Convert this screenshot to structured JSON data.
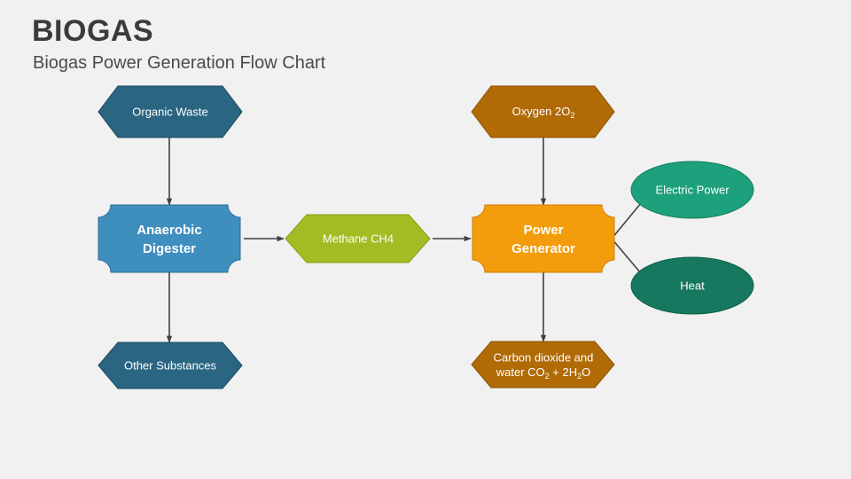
{
  "header": {
    "title": "BIOGAS",
    "subtitle": "Biogas Power Generation Flow Chart"
  },
  "colors": {
    "background": "#f1f1f1",
    "dark_blue": "#2a6582",
    "mid_blue": "#3e8fbe",
    "olive_green": "#a2bc23",
    "bright_orange": "#f39c0c",
    "dark_amber": "#b06a06",
    "teal": "#1da07c",
    "dark_teal": "#16785f",
    "connector": "#404040",
    "title_text": "#3b3b3b",
    "shape_text": "#ffffff"
  },
  "nodes": {
    "organic_waste": {
      "label": "Organic Waste",
      "shape": "hexagon",
      "color": "#2a6582"
    },
    "anaerobic_digester": {
      "line1": "Anaerobic",
      "line2": "Digester",
      "shape": "concave-corner-box",
      "color": "#3e8fbe"
    },
    "other_substances": {
      "label": "Other Substances",
      "shape": "hexagon",
      "color": "#2a6582"
    },
    "methane": {
      "label": "Methane CH4",
      "shape": "hexagon",
      "color": "#a2bc23"
    },
    "oxygen": {
      "label_pre": "Oxygen 2O",
      "label_sub": "2",
      "shape": "hexagon",
      "color": "#b06a06"
    },
    "power_generator": {
      "line1": "Power",
      "line2": "Generator",
      "shape": "concave-corner-box",
      "color": "#f39c0c"
    },
    "carbon_dioxide": {
      "line1": "Carbon dioxide and",
      "line2_a": "water CO",
      "line2_sub1": "2",
      "line2_b": " + 2H",
      "line2_sub2": "2",
      "line2_c": "O",
      "shape": "hexagon",
      "color": "#b06a06"
    },
    "electric_power": {
      "label": "Electric Power",
      "shape": "ellipse",
      "color": "#1da07c"
    },
    "heat": {
      "label": "Heat",
      "shape": "ellipse",
      "color": "#16785f"
    }
  },
  "connections": [
    {
      "from": "organic_waste",
      "to": "anaerobic_digester",
      "direction": "down"
    },
    {
      "from": "anaerobic_digester",
      "to": "other_substances",
      "direction": "down"
    },
    {
      "from": "anaerobic_digester",
      "to": "methane",
      "direction": "right"
    },
    {
      "from": "methane",
      "to": "power_generator",
      "direction": "right"
    },
    {
      "from": "oxygen",
      "to": "power_generator",
      "direction": "down"
    },
    {
      "from": "power_generator",
      "to": "carbon_dioxide",
      "direction": "down"
    },
    {
      "from": "power_generator",
      "to": "electric_power",
      "direction": "diagonal-up-right"
    },
    {
      "from": "power_generator",
      "to": "heat",
      "direction": "diagonal-down-right"
    }
  ]
}
